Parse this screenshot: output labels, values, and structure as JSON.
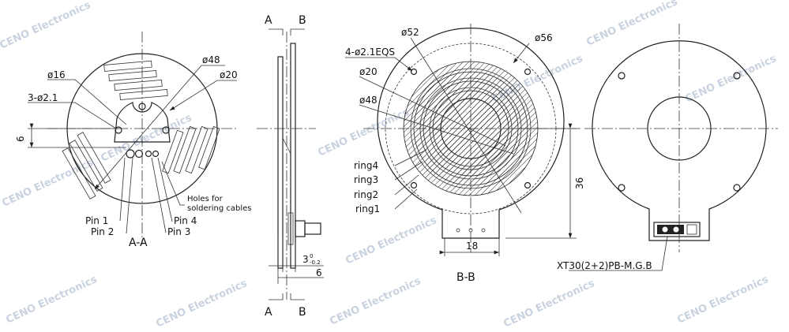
{
  "watermark": "CENO Electronics",
  "view_aa": {
    "title": "A-A",
    "labels": {
      "d16": "ø16",
      "d48": "ø48",
      "d20": "ø20",
      "holes3": "3-ø2.1",
      "dim6": "6",
      "holes_note_1": "Holes for",
      "holes_note_2": "soldering cables",
      "pin1": "Pin 1",
      "pin2": "Pin 2",
      "pin3": "Pin 3",
      "pin4": "Pin 4"
    }
  },
  "side_view": {
    "section_a": "A",
    "section_b": "B",
    "thickness": "3",
    "tol_upper": "0",
    "tol_lower": "-0.2",
    "total": "6"
  },
  "view_bb": {
    "title": "B-B",
    "labels": {
      "d52": "ø52",
      "holes4": "4-ø2.1EQS",
      "d56": "ø56",
      "d20": "ø20",
      "d48": "ø48",
      "ring4": "ring4",
      "ring3": "ring3",
      "ring2": "ring2",
      "ring1": "ring1",
      "dim36": "36",
      "dim18": "18"
    }
  },
  "rear_view": {
    "connector": "XT30(2+2)PB-M.G.B"
  }
}
